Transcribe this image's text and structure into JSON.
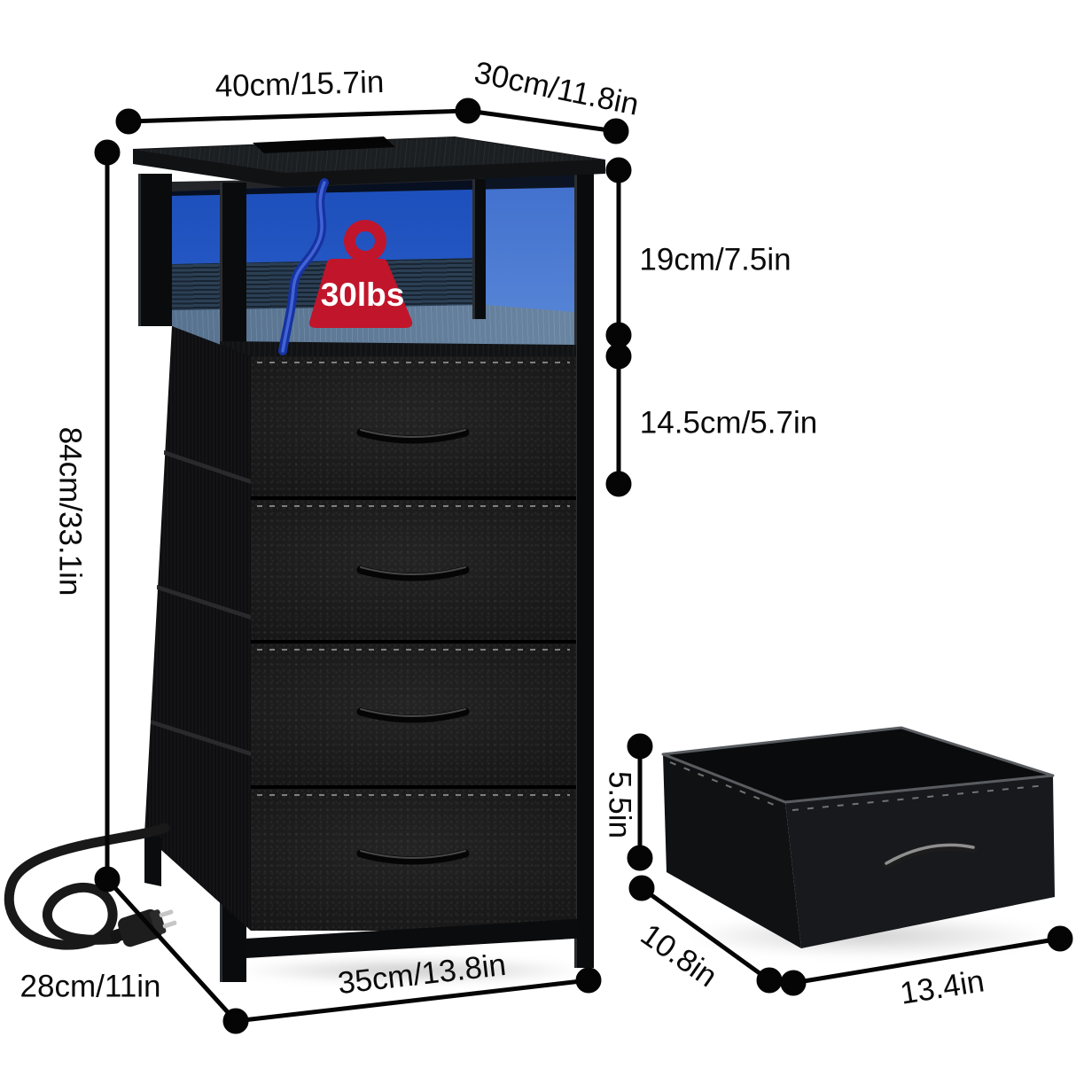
{
  "diagram_type": "product-dimension-diagram",
  "weight_badge": {
    "label": "30lbs",
    "color": "#c1152b"
  },
  "dimensions": {
    "top_width": "40cm/15.7in",
    "top_depth": "30cm/11.8in",
    "shelf_height": "19cm/7.5in",
    "drawer_height": "14.5cm/5.7in",
    "total_height": "84cm/33.1in",
    "base_width": "35cm/13.8in",
    "base_depth": "28cm/11in"
  },
  "drawer_box": {
    "height": "5.5in",
    "depth": "10.8in",
    "width": "13.4in"
  },
  "colors": {
    "background": "#ffffff",
    "furniture_black": "#121212",
    "led_blue_deep": "#0f3fae",
    "led_blue_light": "#cfe6f8",
    "dimension_ink": "#050505",
    "badge_red": "#c1152b"
  }
}
